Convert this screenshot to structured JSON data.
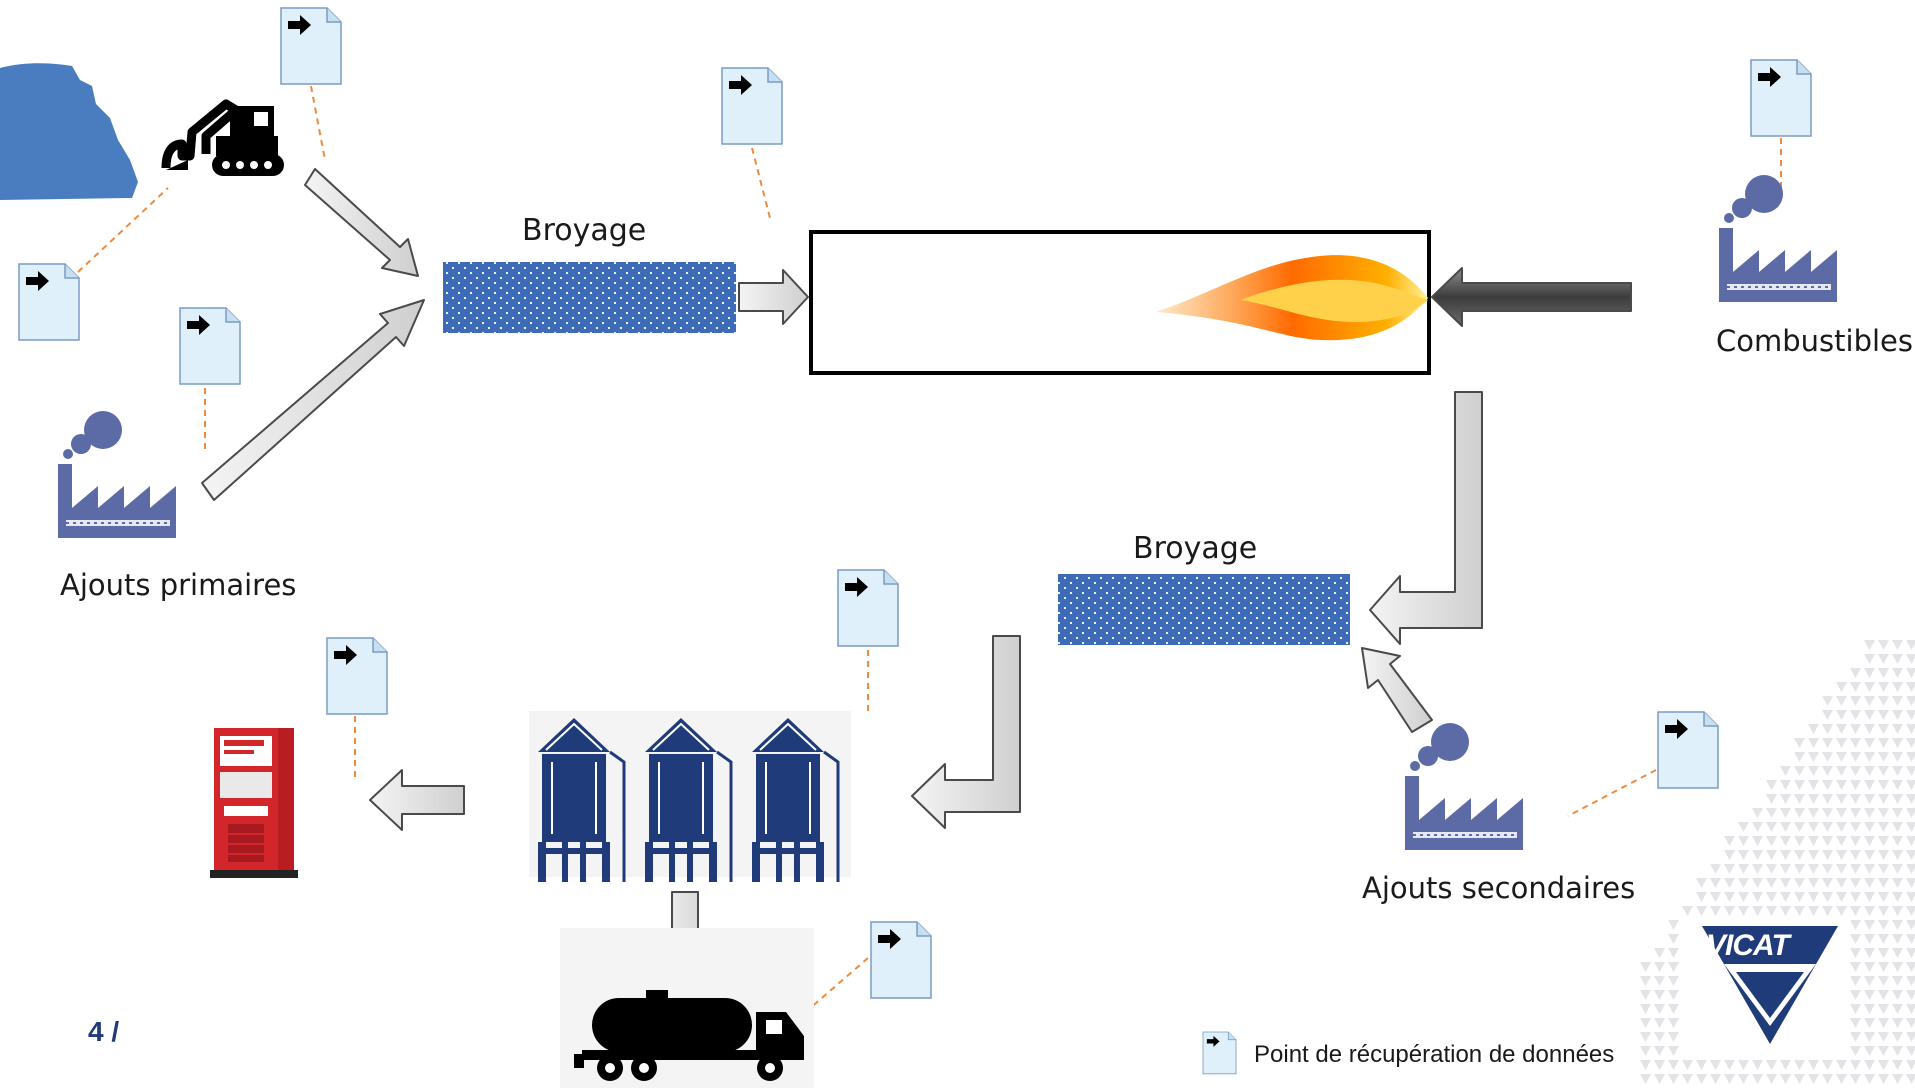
{
  "labels": {
    "broyage_top": "Broyage",
    "broyage_bottom": "Broyage",
    "ajouts_primaires": "Ajouts primaires",
    "combustibles": "Combustibles",
    "ajouts_secondaires": "Ajouts secondaires",
    "page_number": "4 /",
    "legend": "Point de récupération de données",
    "logo": "VICAT"
  },
  "colors": {
    "doc_fill": "#dff0fb",
    "doc_stroke": "#7a9cc4",
    "dotted_bar": "#3d6bb8",
    "factory": "#5c6ba6",
    "silo": "#1f3b7a",
    "arrow_fill": "#e8e8e8",
    "arrow_dark": "#666666",
    "dashed_line": "#f08a3c",
    "quarry": "#4a7cc0",
    "logo_blue": "#1f3b7a",
    "distributor_red": "#d2262b"
  },
  "icons": [
    "document-icon",
    "excavator-icon",
    "quarry-icon",
    "factory-icon",
    "flame-icon",
    "silo-icon",
    "tanker-truck-icon",
    "distributor-icon",
    "vicat-logo"
  ]
}
